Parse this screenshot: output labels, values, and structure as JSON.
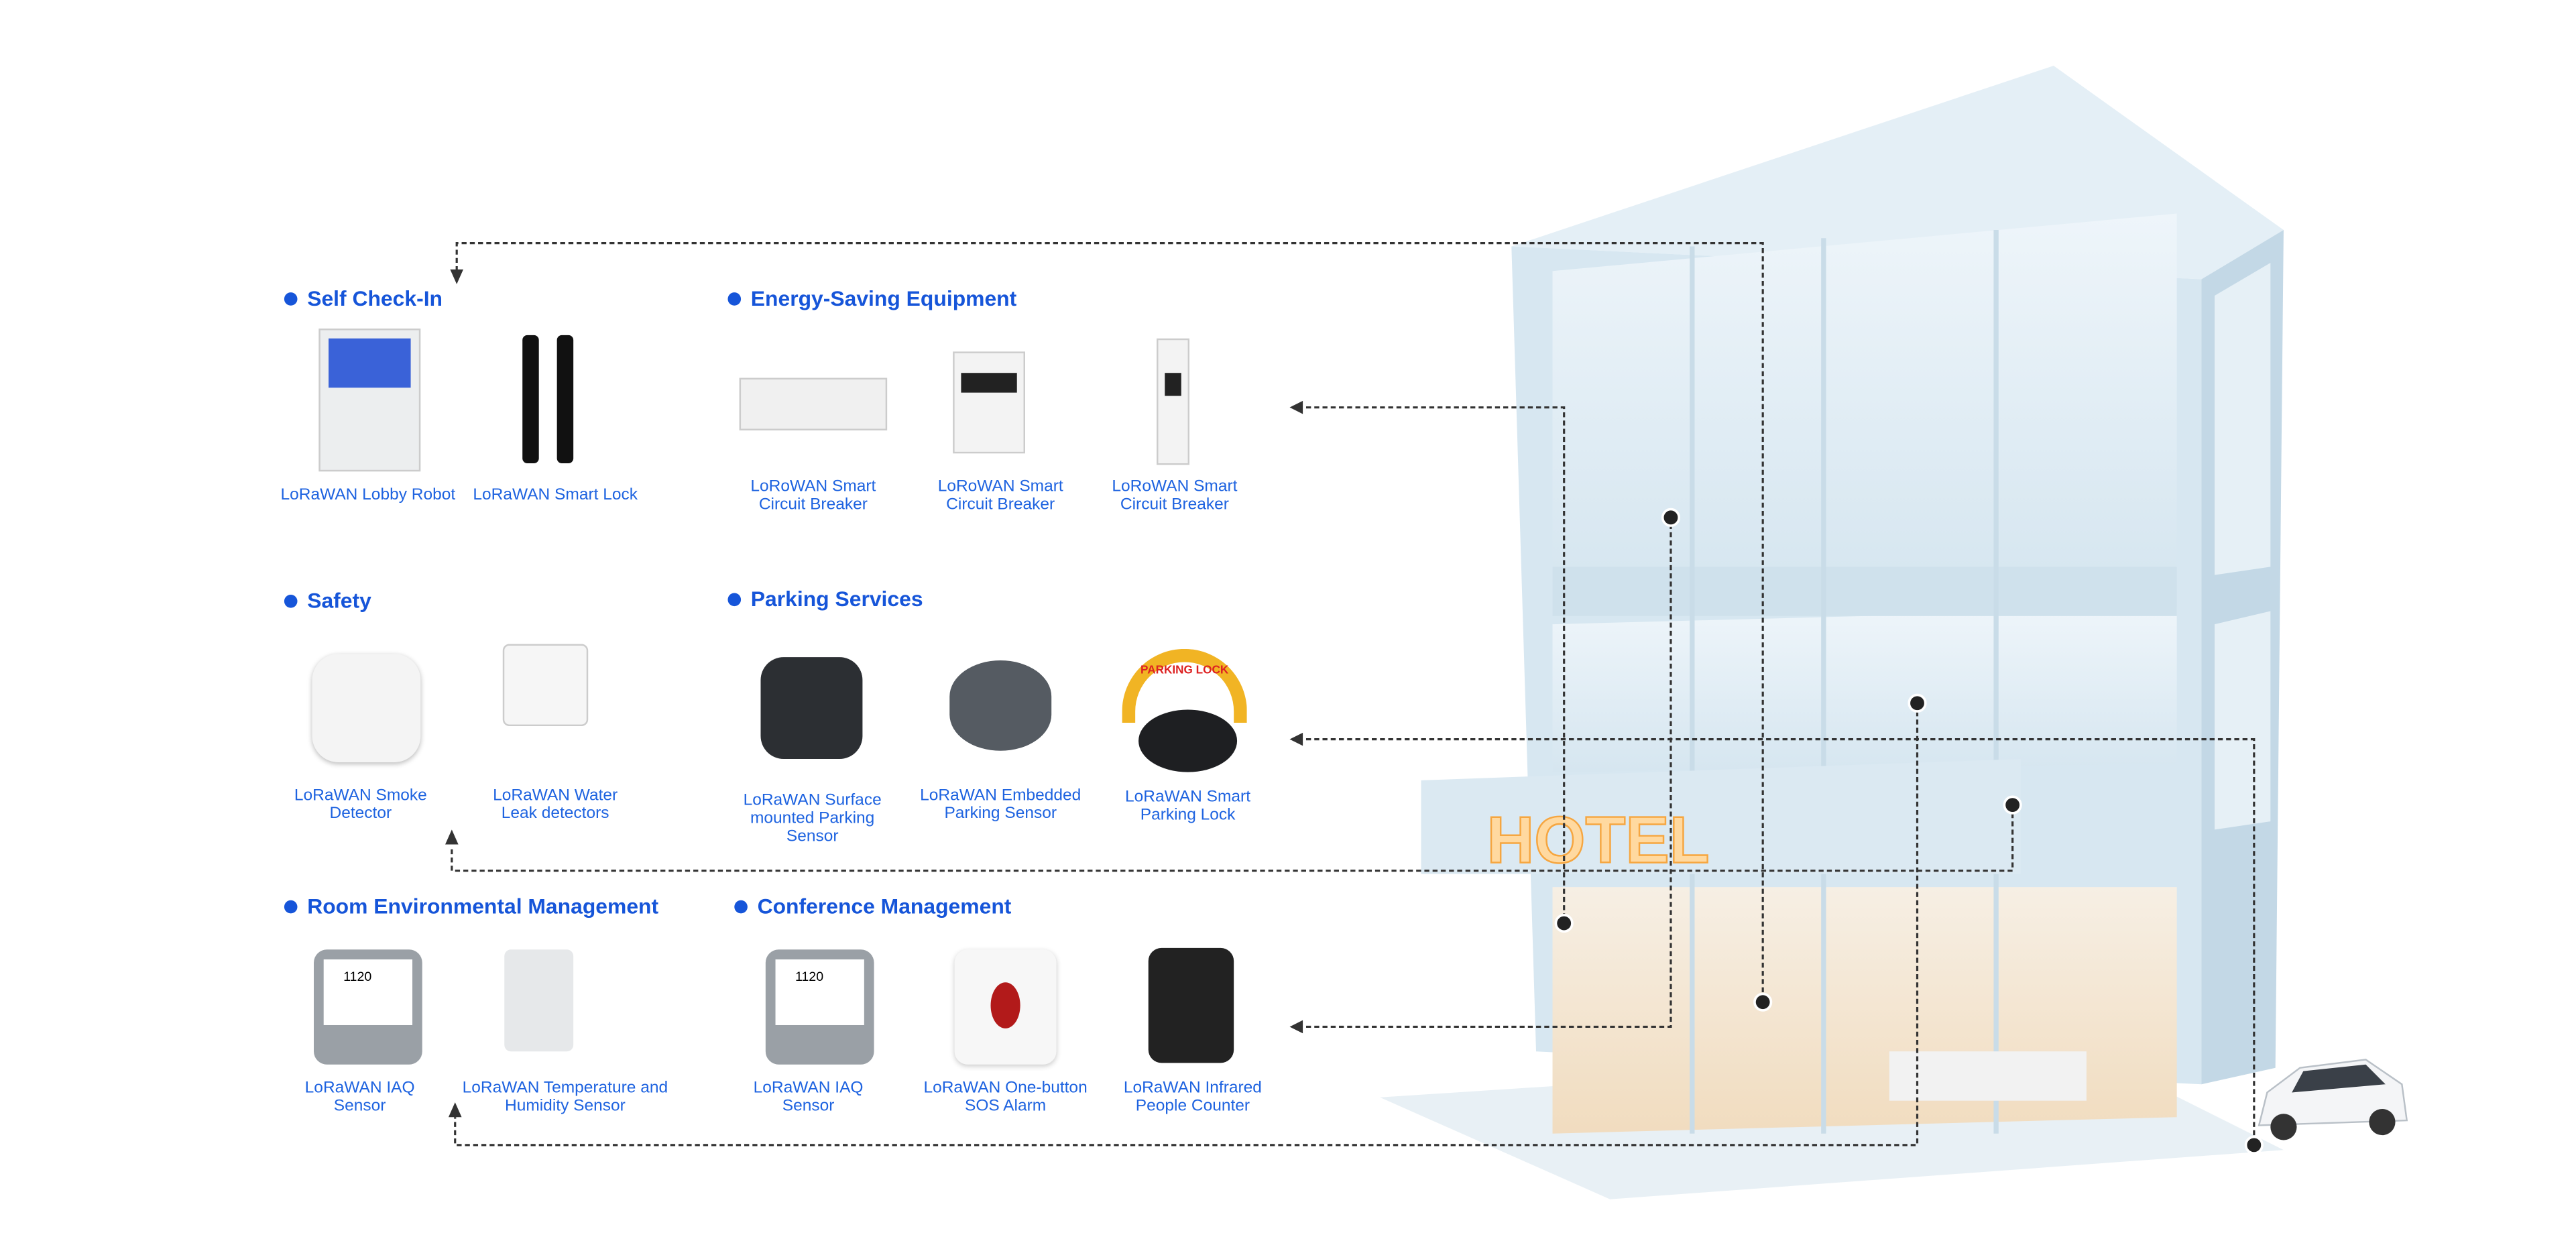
{
  "sections": {
    "self_check_in": {
      "title": "Self Check-In",
      "products": [
        "LoRaWAN Lobby Robot",
        "LoRaWAN Smart Lock"
      ]
    },
    "energy": {
      "title": "Energy-Saving Equipment",
      "products": [
        "LoRoWAN Smart Circuit Breaker",
        "LoRoWAN Smart Circuit Breaker",
        "LoRoWAN Smart Circuit Breaker"
      ]
    },
    "safety": {
      "title": "Safety",
      "products": [
        "LoRaWAN Smoke Detector",
        "LoRaWAN  Water Leak detectors"
      ]
    },
    "parking": {
      "title": "Parking Services",
      "products": [
        "LoRaWAN Surface mounted Parking Sensor",
        "LoRaWAN Embedded Parking Sensor",
        "LoRaWAN  Smart Parking Lock"
      ]
    },
    "room": {
      "title": "Room Environmental Management",
      "products": [
        "LoRaWAN IAQ Sensor",
        "LoRaWAN Temperature and Humidity Sensor"
      ]
    },
    "conference": {
      "title": "Conference Management",
      "products": [
        "LoRaWAN IAQ Sensor",
        "LoRaWAN One-button SOS Alarm",
        "LoRaWAN Infrared People Counter"
      ]
    }
  },
  "building": {
    "sign": "HOTEL",
    "parking_lock_text": "PARKING LOCK",
    "iaq_reading": "1120"
  },
  "colors": {
    "accent": "#1655d9",
    "label": "#1e63e0",
    "building": "#dceaf3",
    "connector": "#333333"
  }
}
